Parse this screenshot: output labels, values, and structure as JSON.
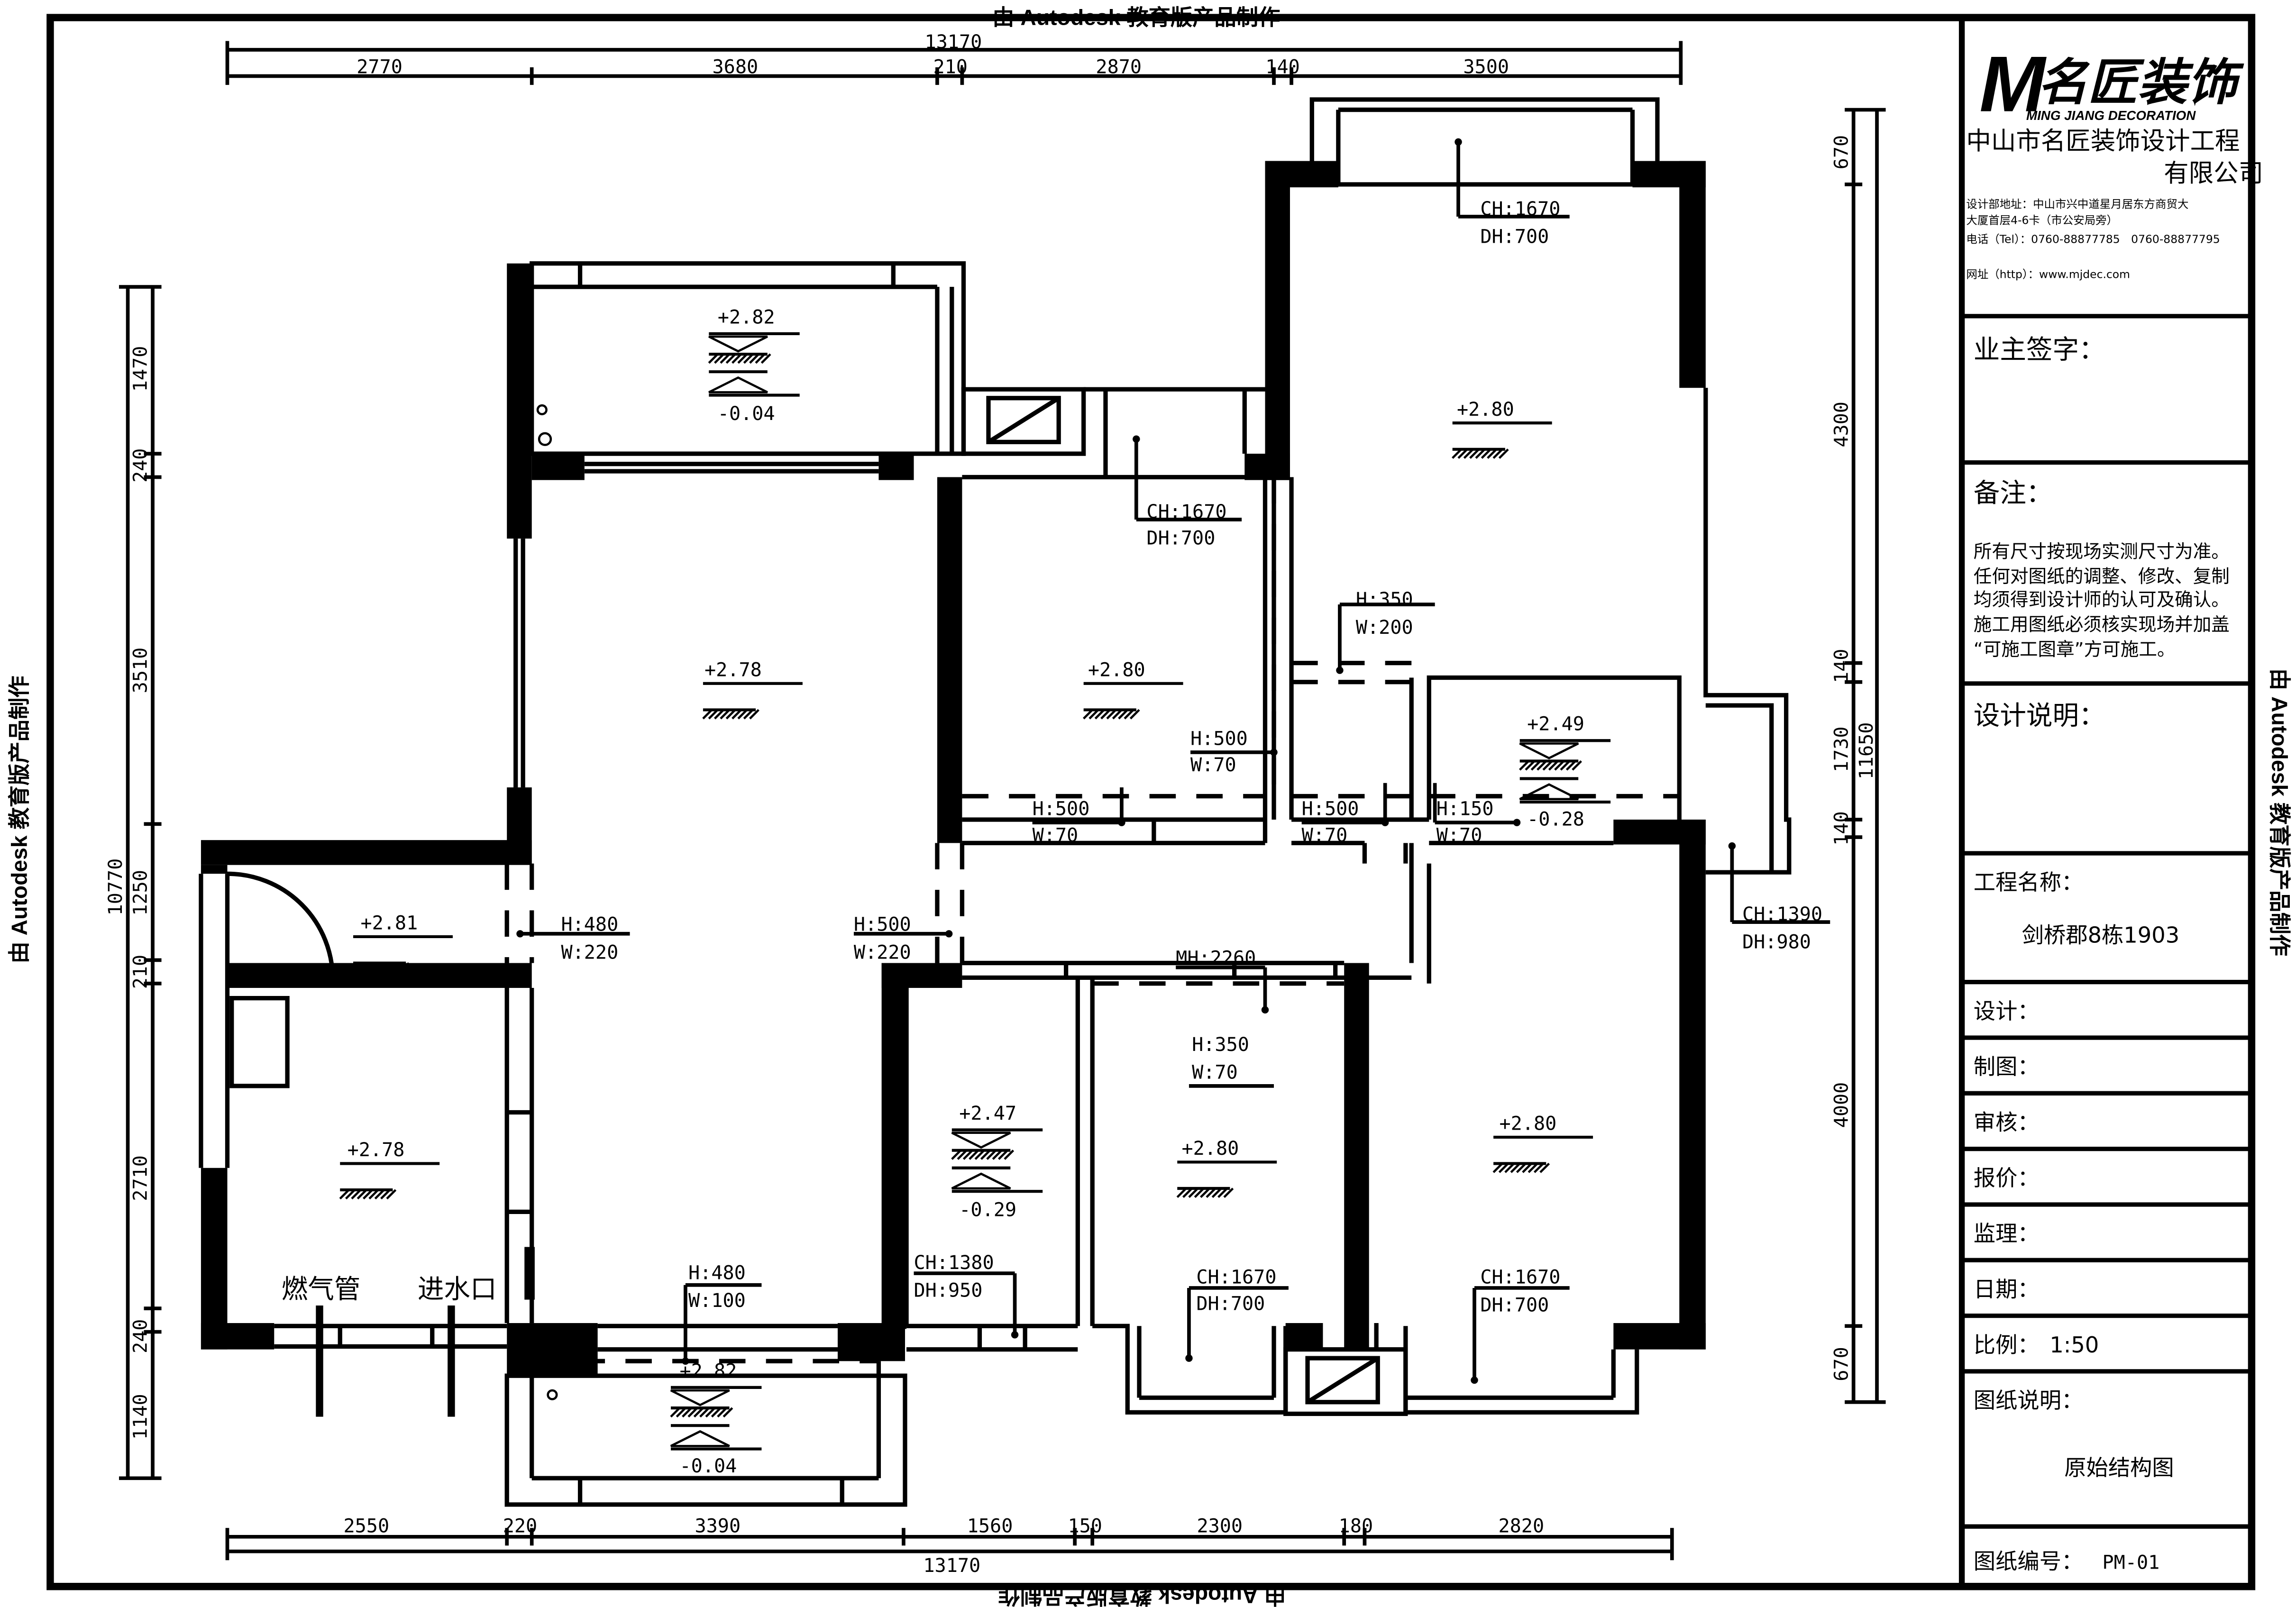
{
  "watermark": {
    "text": "由 Autodesk 教育版产品制作"
  },
  "dimensions": {
    "top_total": "13170",
    "top": [
      "2770",
      "3680",
      "210",
      "2870",
      "140",
      "3500"
    ],
    "bottom_total": "13170",
    "bottom": [
      "2550",
      "220",
      "3390",
      "1560",
      "150",
      "2300",
      "180",
      "2820"
    ],
    "left_total": "10770",
    "left": [
      "1470",
      "240",
      "3510",
      "1250",
      "210",
      "2710",
      "240",
      "1140"
    ],
    "right_total": "11650",
    "right": [
      "670",
      "4300",
      "140",
      "1730",
      "140",
      "4000",
      "670"
    ]
  },
  "levels": {
    "balcony_top": [
      "+2.82",
      "-0.04"
    ],
    "living": "+2.78",
    "corridor_left": "+2.81",
    "kitchen": "+2.78",
    "bedroom_mid_top": "+2.80",
    "bedroom_top_right": "+2.80",
    "bath_right": [
      "+2.49",
      "-0.28"
    ],
    "bath_bottom": [
      "+2.47",
      "-0.29"
    ],
    "bedroom_bottom_mid": "+2.80",
    "bedroom_bottom_right": "+2.80",
    "balcony_bottom": [
      "+2.82",
      "-0.04"
    ]
  },
  "openings": {
    "top_right_window": [
      "CH:1670",
      "DH:700"
    ],
    "mid_window": [
      "CH:1670",
      "DH:700"
    ],
    "beam_top_right": [
      "H:350",
      "W:200"
    ],
    "beam_mid_vert": [
      "H:500",
      "W:70"
    ],
    "beam_mid_bottom": [
      "H:500",
      "W:70"
    ],
    "beam_right_bottom": [
      "H:500",
      "W:70"
    ],
    "beam_bath_bottom": [
      "H:150",
      "W:70"
    ],
    "side_window": [
      "CH:1390",
      "DH:980"
    ],
    "beam_living_left": [
      "H:480",
      "W:220"
    ],
    "beam_living_right": [
      "H:500",
      "W:220"
    ],
    "beam_mh": "MH:2260",
    "beam_bedroom_mid": [
      "H:350",
      "W:70"
    ],
    "bath_window": [
      "CH:1380",
      "DH:950"
    ],
    "bedroom_mid_window": [
      "CH:1670",
      "DH:700"
    ],
    "bedroom_right_window": [
      "CH:1670",
      "DH:700"
    ],
    "balcony_beam": [
      "H:480",
      "W:100"
    ]
  },
  "labels": {
    "gas_pipe": "燃气管",
    "water_inlet": "进水口"
  },
  "title_block": {
    "logo_mark": "M",
    "logo_cn": "名匠装饰",
    "logo_en": "MING JIANG DECORATION",
    "company_line1": "中山市名匠装饰设计工程",
    "company_line2": "有限公司",
    "address_line1": "设计部地址：中山市兴中道星月居东方商贸大",
    "address_line2": "大厦首层4-6卡（市公安局旁）",
    "phone": "电话（Tel）：0760-88877785　0760-88877795",
    "website": "网址（http）：www.mjdec.com",
    "owner_sign": "业主签字：",
    "remarks_title": "备注：",
    "remarks_lines": [
      "所有尺寸按现场实测尺寸为准。",
      "任何对图纸的调整、修改、复制",
      "均须得到设计师的认可及确认。",
      "施工用图纸必须核实现场并加盖",
      "“可施工图章”方可施工。"
    ],
    "design_notes": "设计说明：",
    "project_name_label": "工程名称：",
    "project_name": "剑桥郡8栋1903",
    "designer": "设计：",
    "drawn_by": "制图：",
    "review": "审核：",
    "quote": "报价：",
    "supervision": "监理：",
    "date": "日期：",
    "scale_label": "比例：",
    "scale_value": "1:50",
    "drawing_desc_label": "图纸说明：",
    "drawing_desc": "原始结构图",
    "drawing_no_label": "图纸编号：",
    "drawing_no": "PM-01"
  }
}
